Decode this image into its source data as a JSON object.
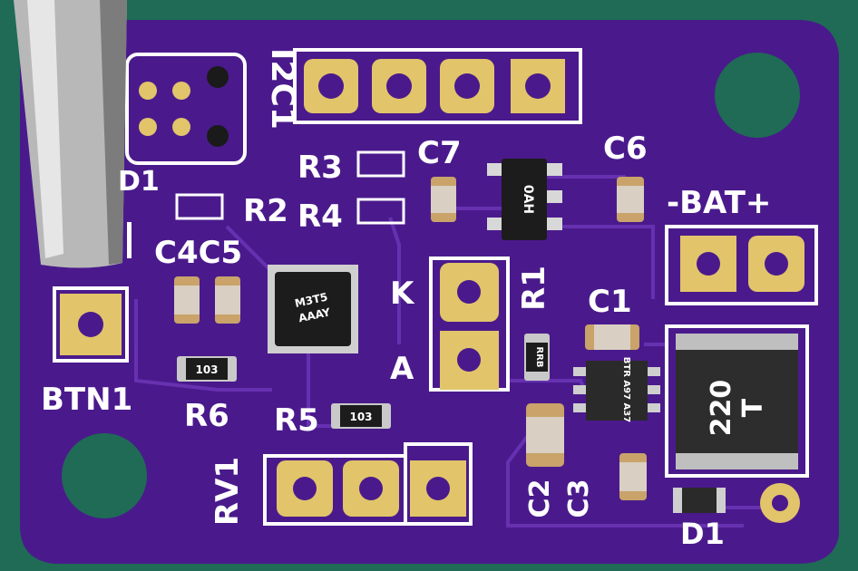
{
  "colors": {
    "background": "#1f6b55",
    "board": "#4a1a8c",
    "silkscreen": "#ffffff",
    "pad": "#e2c46a",
    "component": "#1c1c1c"
  },
  "labels": {
    "i2c1": "I2C1",
    "d1_top": "D1",
    "r2": "R2",
    "r3": "R3",
    "r4": "R4",
    "c7": "C7",
    "c6": "C6",
    "bat": "-BAT+",
    "c4c5": "C4C5",
    "k": "K",
    "a": "A",
    "r1": "R1",
    "c1": "C1",
    "btn1": "BTN1",
    "r6": "R6",
    "r5": "R5",
    "rv1": "RV1",
    "c2": "C2",
    "c3": "C3",
    "d1_bottom": "D1"
  },
  "markings": {
    "mcu": "M3T5\nAAAY",
    "sot": "0AH",
    "r6_code": "103",
    "r5_code": "103",
    "r1_code": "RRB",
    "inductor": "220\nT",
    "ic2": "BTR\nA97\nA37"
  }
}
